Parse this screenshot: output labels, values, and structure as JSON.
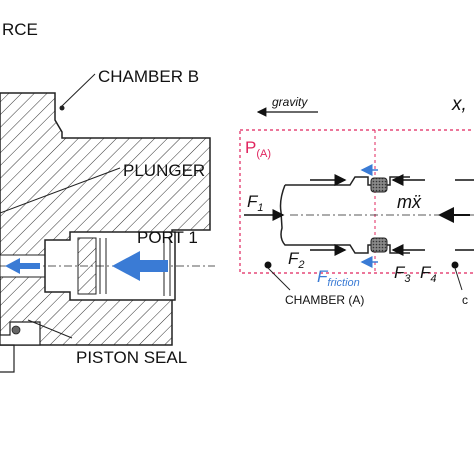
{
  "left": {
    "title_fragment": "RCE",
    "chamber_b": "CHAMBER B",
    "plunger": "PLUNGER",
    "port_1": "PORT 1",
    "piston_seal": "PISTON SEAL"
  },
  "right": {
    "gravity": "gravity",
    "x_axis": "x,",
    "p_main": "P",
    "p_sub": "(A)",
    "f1_main": "F",
    "f1_sub": "1",
    "f2_main": "F",
    "f2_sub": "2",
    "f3_main": "F",
    "f3_sub": "3",
    "f4_main": "F",
    "f4_sub": "4",
    "ffric_main": "F",
    "ffric_sub": "friction",
    "mx": "mẍ",
    "chamber_a": "CHAMBER (A)",
    "partial_c": "c"
  },
  "colors": {
    "pressure_box": "#e0245e",
    "blue_arrow": "#3a7bd5",
    "friction_text": "#3a7bd5",
    "hatch": "#333333",
    "seal": "#555555"
  }
}
